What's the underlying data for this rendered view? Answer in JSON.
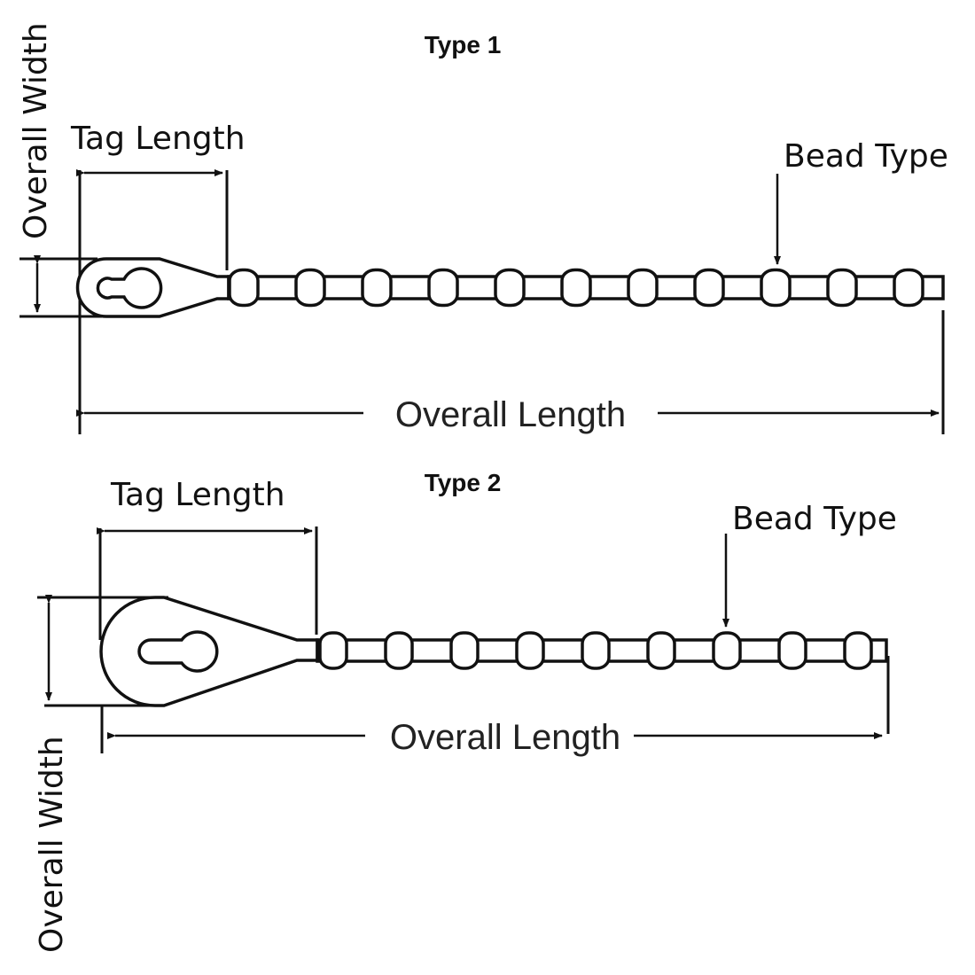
{
  "diagrams": [
    {
      "title": "Type 1",
      "labels": {
        "overall_width": "Overall Width",
        "tag_length": "Tag Length",
        "bead_type": "Bead Type",
        "overall_length": "Overall Length"
      },
      "bead_count": 11,
      "tag_shape": "rounded-oval"
    },
    {
      "title": "Type 2",
      "labels": {
        "overall_width": "Overall Width",
        "tag_length": "Tag Length",
        "bead_type": "Bead Type",
        "overall_length": "Overall Length"
      },
      "bead_count": 9,
      "tag_shape": "teardrop"
    }
  ]
}
